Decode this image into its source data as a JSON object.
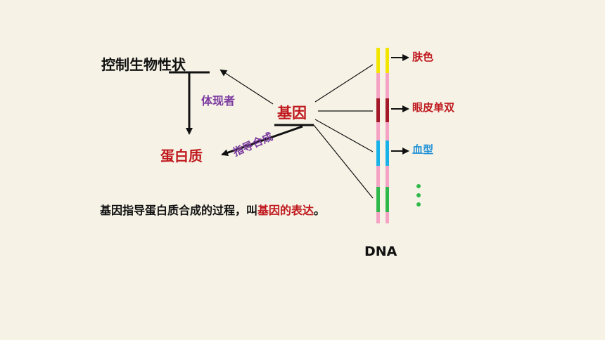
{
  "labels": {
    "trait": "控制生物性状",
    "gene": "基因",
    "protein": "蛋白质",
    "embody": "体现者",
    "guide": "指导合成",
    "dna": "DNA"
  },
  "dna_segments": {
    "skin": "肤色",
    "eyelid": "眼皮单双",
    "blood": "血型"
  },
  "paragraph": {
    "part1": "基因指导蛋白质合成的过程，叫",
    "highlight": "基因的表达",
    "end": "。"
  },
  "colors": {
    "strand_pink": "#f5a3c4",
    "yellow": "#f2e600",
    "dark_red": "#a3192a",
    "blue": "#19b2e8",
    "green": "#2fb84a"
  }
}
